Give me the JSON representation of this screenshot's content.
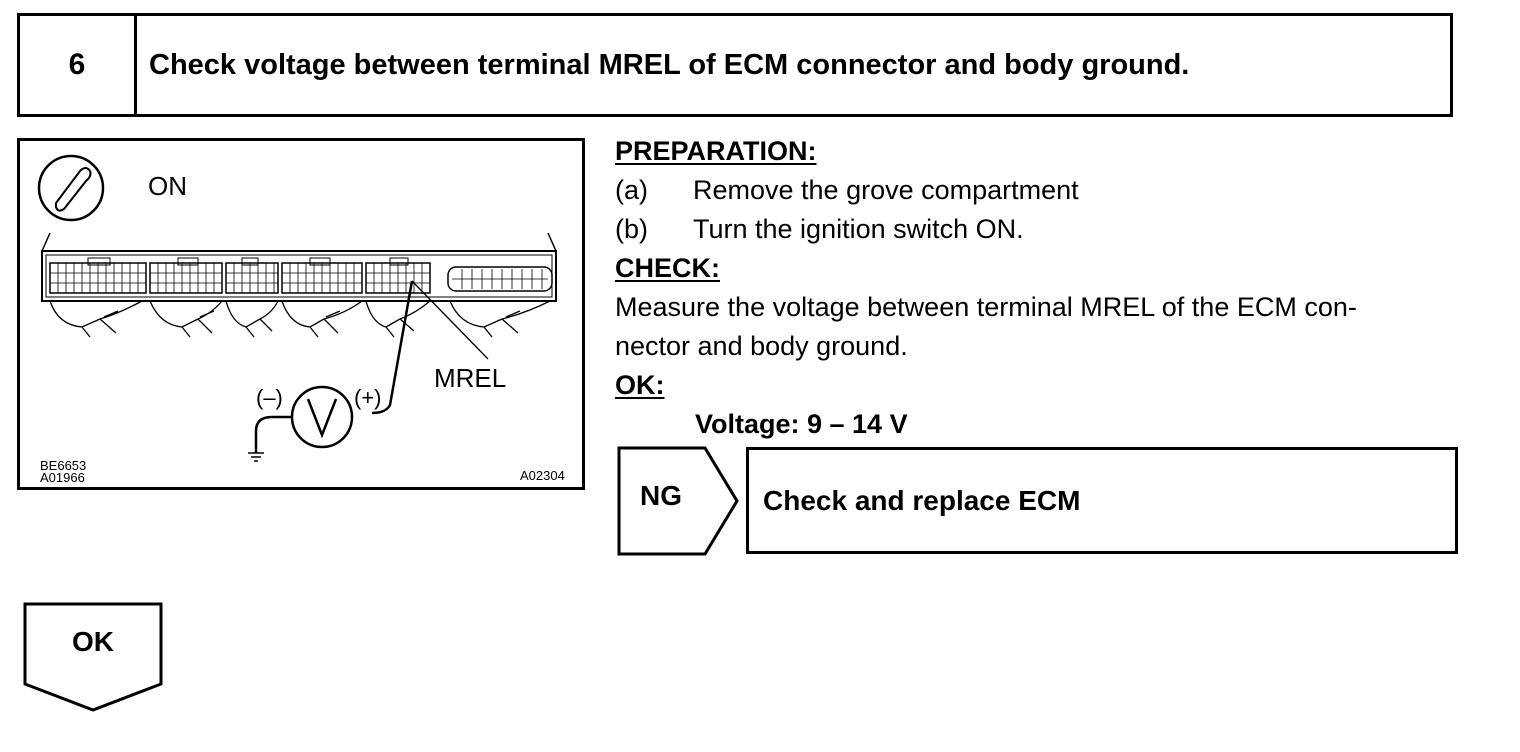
{
  "step": {
    "number": "6",
    "title": "Check voltage between terminal MREL of ECM connector and body ground."
  },
  "figure": {
    "switch_label": "ON",
    "terminal_label": "MREL",
    "negative_label": "(–)",
    "positive_label": "(+)",
    "meter_label": "V",
    "ref_codes_left": [
      "BE6653",
      "A01966"
    ],
    "ref_code_right": "A02304"
  },
  "preparation": {
    "heading": "PREPARATION:",
    "items": [
      {
        "key": "(a)",
        "text": "Remove the grove compartment"
      },
      {
        "key": "(b)",
        "text": "Turn the ignition switch ON."
      }
    ]
  },
  "check": {
    "heading": "CHECK:",
    "text_line1": "Measure the voltage between terminal MREL of the ECM con-",
    "text_line2": "nector and body ground."
  },
  "ok_spec": {
    "heading": "OK:",
    "value": "Voltage: 9 – 14 V"
  },
  "ng_branch": {
    "label": "NG",
    "action": "Check and replace ECM"
  },
  "ok_branch": {
    "label": "OK"
  }
}
